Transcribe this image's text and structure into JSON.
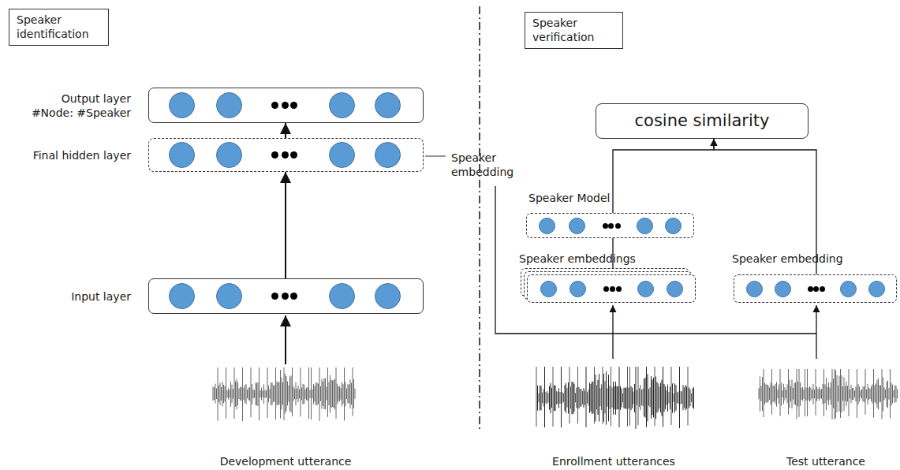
{
  "diagram": {
    "nodes": [
      {
        "text": [
          "Speaker identification"
        ]
      },
      {
        "text": [
          "Output layer #Node: #Speaker"
        ]
      },
      {
        "text": [
          "Final hidden layer"
        ]
      },
      {
        "text": [
          "Input layer"
        ]
      },
      {
        "text": [
          "Speaker verification"
        ]
      },
      {
        "text": [
          "cosine similarity"
        ]
      },
      {
        "text": [
          "Speaker Model"
        ]
      },
      {
        "text": [
          "Speaker embeddings"
        ]
      },
      {
        "text": [
          "Speaker embedding"
        ]
      }
    ],
    "edges": [
      {
        "from": 3,
        "to": 2,
        "arrow": "to"
      },
      {
        "from": 2,
        "to": 1,
        "arrow": "to"
      },
      {
        "from": 7,
        "to": 6,
        "arrow": "none"
      },
      {
        "from": 6,
        "to": 5,
        "arrow": "to"
      },
      {
        "from": 8,
        "to": 5,
        "arrow": "to"
      }
    ],
    "labels": [
      "Speaker embedding",
      "Development utterance",
      "Enrollment utterances",
      "Test utterance"
    ]
  }
}
